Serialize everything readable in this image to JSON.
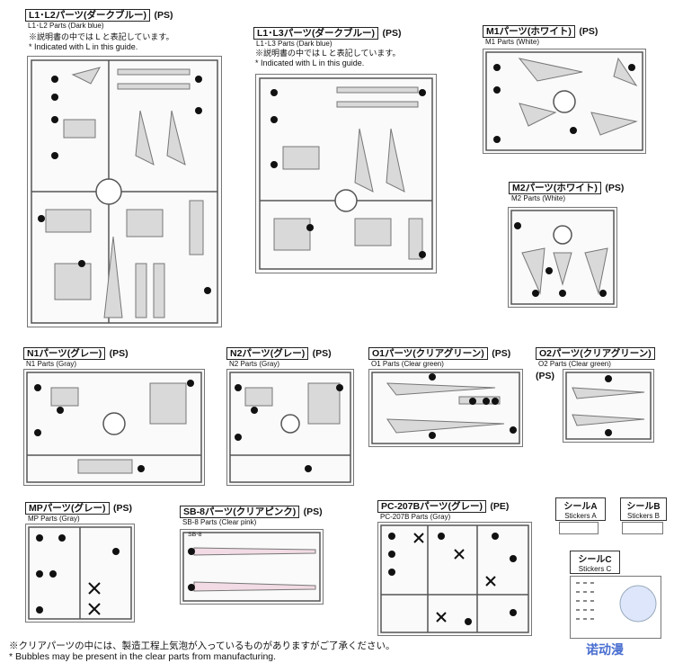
{
  "l1l2": {
    "jp": "L1･L2パーツ(ダークブルー)",
    "en": "L1･L2 Parts (Dark blue)",
    "ps": "(PS)",
    "note1": "※説明書の中では L と表記しています。",
    "note2": "* Indicated with L in this guide."
  },
  "l1l3": {
    "jp": "L1･L3パーツ(ダークブルー)",
    "en": "L1･L3 Parts (Dark blue)",
    "ps": "(PS)",
    "note1": "※説明書の中では L と表記しています。",
    "note2": "* Indicated with L in this guide."
  },
  "m1": {
    "jp": "M1パーツ(ホワイト)",
    "en": "M1 Parts (White)",
    "ps": "(PS)"
  },
  "m2": {
    "jp": "M2パーツ(ホワイト)",
    "en": "M2 Parts (White)",
    "ps": "(PS)"
  },
  "n1": {
    "jp": "N1パーツ(グレー)",
    "en": "N1 Parts (Gray)",
    "ps": "(PS)"
  },
  "n2": {
    "jp": "N2パーツ(グレー)",
    "en": "N2 Parts (Gray)",
    "ps": "(PS)"
  },
  "o1": {
    "jp": "O1パーツ(クリアグリーン)",
    "en": "O1 Parts (Clear green)",
    "ps": "(PS)"
  },
  "o2": {
    "jp": "O2パーツ(クリアグリーン)",
    "en": "O2 Parts (Clear green)",
    "ps": "(PS)"
  },
  "mp": {
    "jp": "MPパーツ(グレー)",
    "en": "MP Parts (Gray)",
    "ps": "(PS)"
  },
  "sb8": {
    "jp": "SB-8パーツ(クリアピンク)",
    "en": "SB-8 Parts (Clear pink)",
    "ps": "(PS)",
    "runner": "SB-8"
  },
  "pc207b": {
    "jp": "PC-207Bパーツ(グレー)",
    "en": "PC-207B Parts (Gray)",
    "ps": "(PE)"
  },
  "stickerA": {
    "jp": "シールA",
    "en": "Stickers A"
  },
  "stickerB": {
    "jp": "シールB",
    "en": "Stickers B"
  },
  "stickerC": {
    "jp": "シールC",
    "en": "Stickers C"
  },
  "footer": {
    "jp": "※クリアパーツの中には、製造工程上気泡が入っているものがありますがご了承ください。",
    "en": "* Bubbles may be present in the clear parts from manufacturing."
  },
  "watermark": "诺动漫",
  "colors": {
    "sprue": "#555555",
    "part": "#d9d9d9",
    "badge": "#111111"
  }
}
